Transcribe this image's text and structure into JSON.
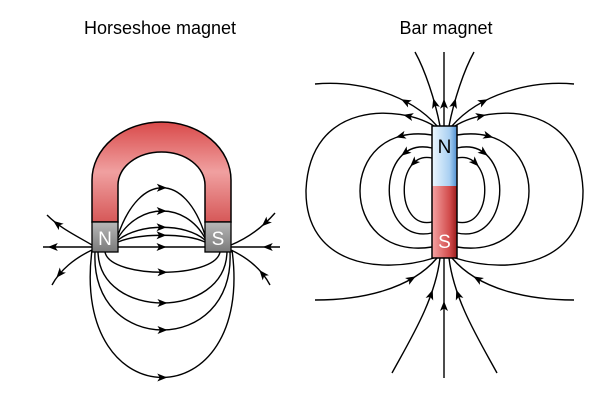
{
  "titles": {
    "horseshoe": "Horseshoe magnet",
    "bar": "Bar magnet"
  },
  "horseshoe": {
    "north_label": "N",
    "south_label": "S"
  },
  "bar": {
    "north_label": "N",
    "south_label": "S"
  },
  "colors": {
    "horseshoe_red": "#e06a6a",
    "pole_gray": "#9a9a9a",
    "bar_north": "#7fb6e8",
    "bar_south": "#cc3a3a"
  }
}
